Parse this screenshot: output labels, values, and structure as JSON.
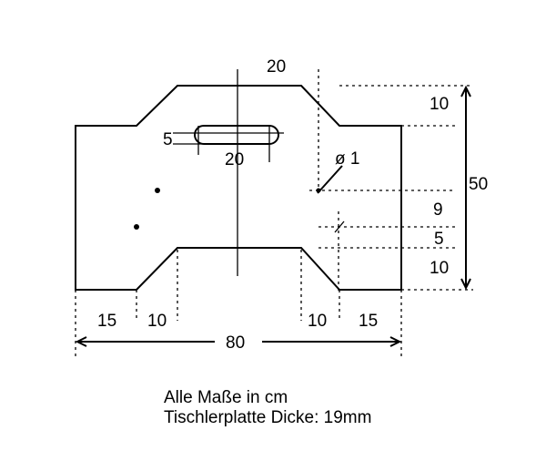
{
  "dimensions": {
    "top_width": "20",
    "slot_width": "5",
    "slot_length": "20",
    "hole_diameter": "ø 1",
    "right_top": "10",
    "total_height": "50",
    "right_mid": "9",
    "right_five": "5",
    "right_bottom": "10",
    "bottom_left_outer": "15",
    "bottom_left_inner": "10",
    "bottom_right_inner": "10",
    "bottom_right_outer": "15",
    "total_width": "80"
  },
  "notes": {
    "units": "Alle Maße in cm",
    "material": "Tischlerplatte Dicke: 19mm"
  }
}
